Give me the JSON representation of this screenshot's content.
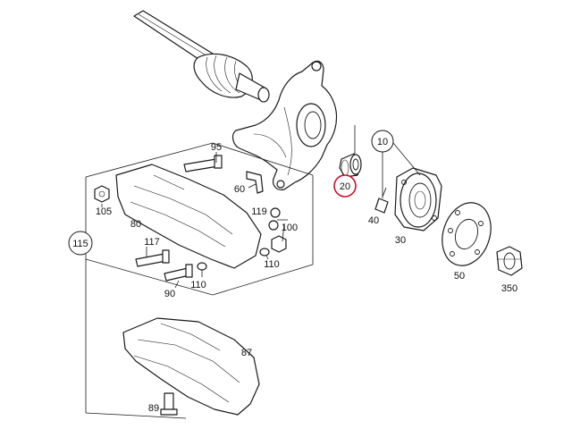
{
  "labels": {
    "p10": "10",
    "p20": "20",
    "p30": "30",
    "p40": "40",
    "p50": "50",
    "p60": "60",
    "p80": "80",
    "p87": "87",
    "p89": "89",
    "p90": "90",
    "p95": "95",
    "p100": "100",
    "p105": "105",
    "p110a": "110",
    "p110b": "110",
    "p115": "115",
    "p117": "117",
    "p119": "119",
    "p350": "350"
  },
  "highlight": {
    "part": "20",
    "color": "#c8102e"
  }
}
